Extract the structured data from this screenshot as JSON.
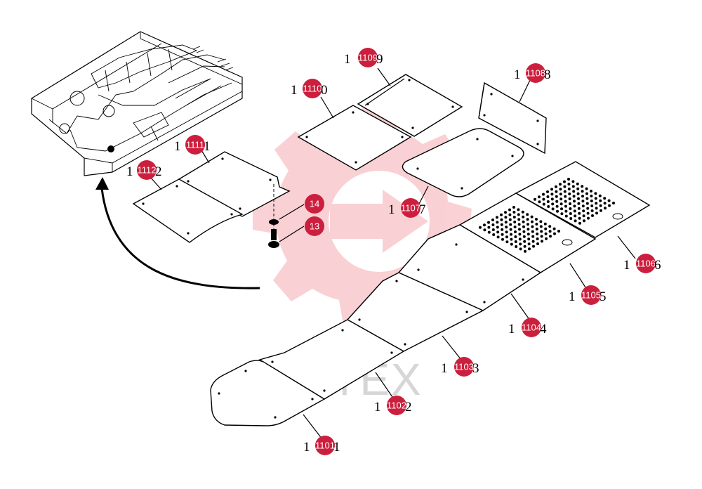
{
  "watermark": {
    "text": "ИНТЕХ",
    "color": "#e8303f"
  },
  "colors": {
    "badge": "#cc1f3d",
    "line": "#000000"
  },
  "labels": [
    {
      "id": "1109",
      "prefix": "1 ",
      "suffix": "9"
    },
    {
      "id": "1108",
      "prefix": "1 ",
      "suffix": "8"
    },
    {
      "id": "1110",
      "prefix": "1 ",
      "suffix": "0"
    },
    {
      "id": "1111",
      "prefix": "1 ",
      "suffix": "1"
    },
    {
      "id": "1112",
      "prefix": "1 ",
      "suffix": "2"
    },
    {
      "id": "14",
      "prefix": "",
      "suffix": ""
    },
    {
      "id": "13",
      "prefix": "",
      "suffix": ""
    },
    {
      "id": "1107",
      "prefix": "1 ",
      "suffix": "7"
    },
    {
      "id": "1106",
      "prefix": "1 ",
      "suffix": "6"
    },
    {
      "id": "1105",
      "prefix": "1 ",
      "suffix": "5"
    },
    {
      "id": "1104",
      "prefix": "1 ",
      "suffix": "4"
    },
    {
      "id": "1103",
      "prefix": "1 ",
      "suffix": "3"
    },
    {
      "id": "1102",
      "prefix": "1 ",
      "suffix": "2"
    },
    {
      "id": "1101",
      "prefix": "1 ",
      "suffix": "1"
    }
  ]
}
